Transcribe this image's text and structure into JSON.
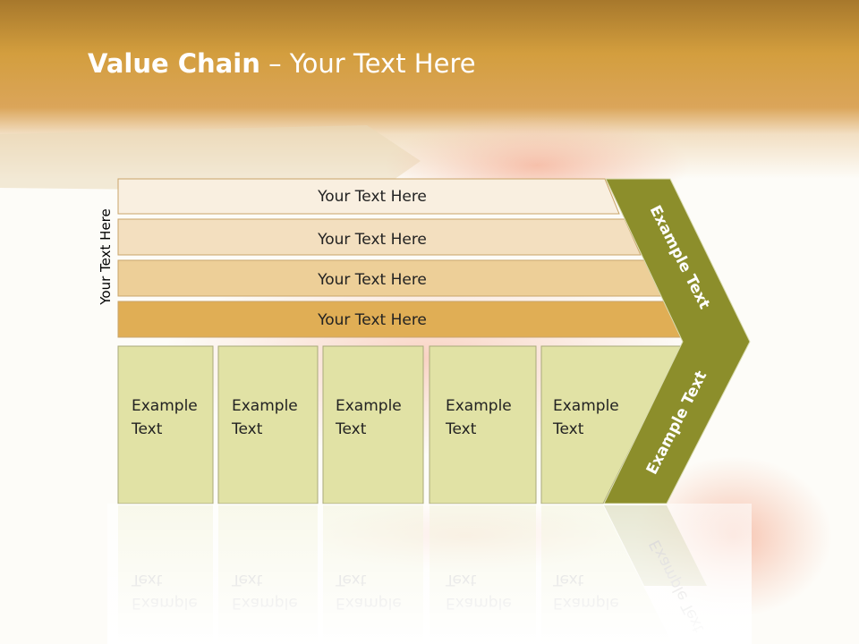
{
  "title": {
    "bold": "Value Chain",
    "rest": " – Your Text Here"
  },
  "side_label": "Your Text Here",
  "rows": [
    "Your Text Here",
    "Your Text Here",
    "Your Text Here",
    "Your Text Here"
  ],
  "cells": [
    {
      "line1": "Example",
      "line2": "Text"
    },
    {
      "line1": "Example",
      "line2": "Text"
    },
    {
      "line1": "Example",
      "line2": "Text"
    },
    {
      "line1": "Example",
      "line2": "Text"
    },
    {
      "line1": "Example",
      "line2": "Text"
    }
  ],
  "chevron_labels": [
    "Example Text",
    "Example Text"
  ],
  "colors": {
    "header_dark": "#a7782c",
    "header_gold": "#d39e3e",
    "row1": "#f9efe0",
    "row2": "#f3dfbf",
    "row3": "#edcf98",
    "row4": "#e0ae55",
    "cell": "#e1e2a5",
    "chevron": "#8c8e2b"
  }
}
